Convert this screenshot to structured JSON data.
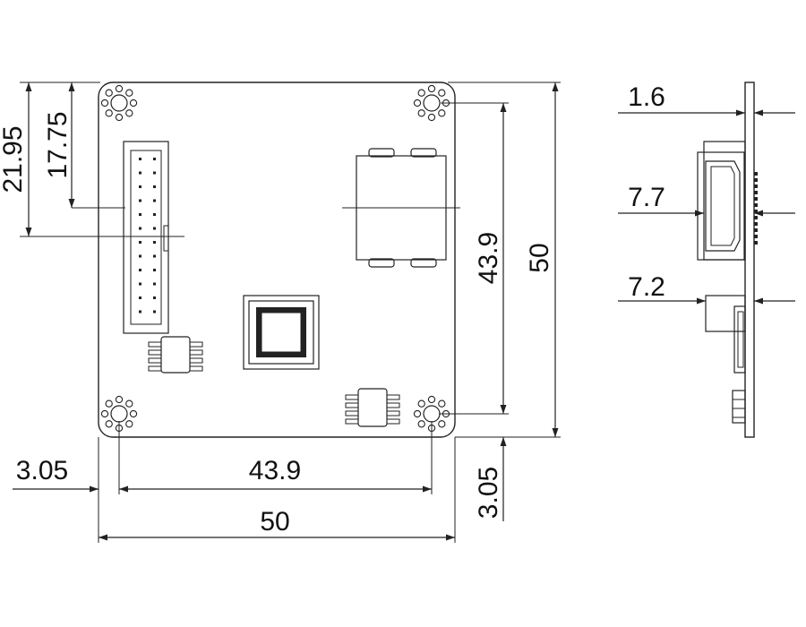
{
  "front_view": {
    "dims": {
      "height_outer": "21.95",
      "height_inner": "17.75",
      "hole_span_vertical": "43.9",
      "board_height": "50",
      "hole_span_horizontal": "43.9",
      "board_width": "50",
      "hole_offset_left": "3.05",
      "hole_offset_bottom": "3.05"
    }
  },
  "side_view": {
    "dims": {
      "board_thickness": "1.6",
      "hdmi_depth": "7.7",
      "connector_depth": "7.2"
    }
  },
  "colors": {
    "line": "#222222",
    "background": "#ffffff"
  }
}
